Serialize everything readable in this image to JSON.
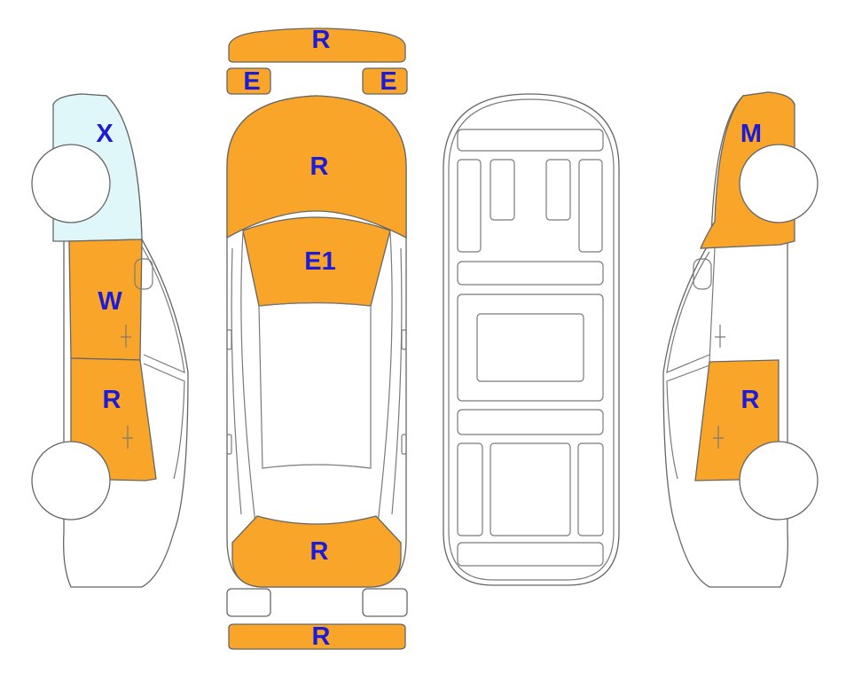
{
  "colors": {
    "damaged": "#f8a52a",
    "glass_flag": "#e0f7fa",
    "neutral": "#ffffff",
    "outline": "#666666",
    "label": "#1c1cd6"
  },
  "labels": {
    "front_bumper": "R",
    "headlight_left": "E",
    "headlight_right": "E",
    "hood": "R",
    "windshield": "E1",
    "trunk": "R",
    "rear_bumper": "R",
    "left_rear_quarter": "X",
    "left_rear_door": "W",
    "left_front_door": "R",
    "right_rear_quarter": "M",
    "right_front_door": "R"
  }
}
